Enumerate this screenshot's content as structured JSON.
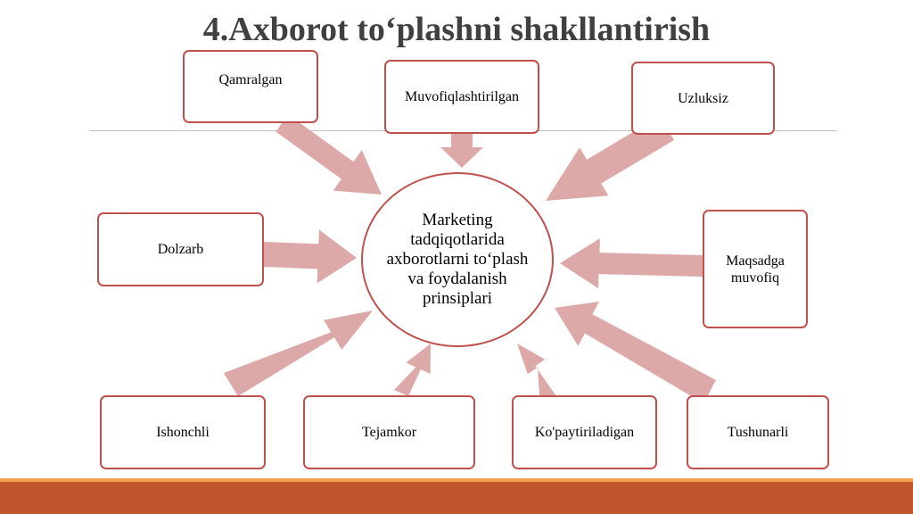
{
  "slide": {
    "title": "4.Axborot to‘plashni shakllantirish",
    "center_text": "Marketing tadqiqotlarida axborotlarni to‘plash va foydalanish prinsiplari",
    "nodes": [
      "Qamralgan",
      "Muvofiqlashtirilgan",
      "Uzluksiz",
      "Dolzarb",
      "Maqsadga muvofiq",
      "Ishonchli",
      "Tejamkor",
      "Ko'paytiriladigan",
      "Tushunarli"
    ]
  },
  "colors": {
    "box_border": "#c0504d",
    "arrow_fill": "#dca8a8",
    "title_text": "#404040",
    "footer_bar": "#c0562b",
    "footer_accent": "#f0a04b"
  }
}
